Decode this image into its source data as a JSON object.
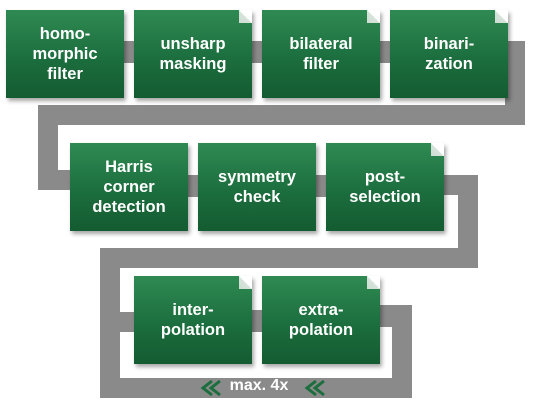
{
  "boxes": [
    {
      "label": "homo-\nmorphic\nfilter",
      "folded": false
    },
    {
      "label": "unsharp\nmasking",
      "folded": true
    },
    {
      "label": "bilateral\nfilter",
      "folded": true
    },
    {
      "label": "binari-\nzation",
      "folded": true
    },
    {
      "label": "Harris\ncorner\ndetection",
      "folded": false
    },
    {
      "label": "symmetry\ncheck",
      "folded": false
    },
    {
      "label": "post-\nselection",
      "folded": true
    },
    {
      "label": "inter-\npolation",
      "folded": true
    },
    {
      "label": "extra-\npolation",
      "folded": true
    }
  ],
  "loop": {
    "label": "max. 4x"
  },
  "colors": {
    "box": "#1c6e3e",
    "connector": "#8a8a8a",
    "text": "#ffffff"
  }
}
